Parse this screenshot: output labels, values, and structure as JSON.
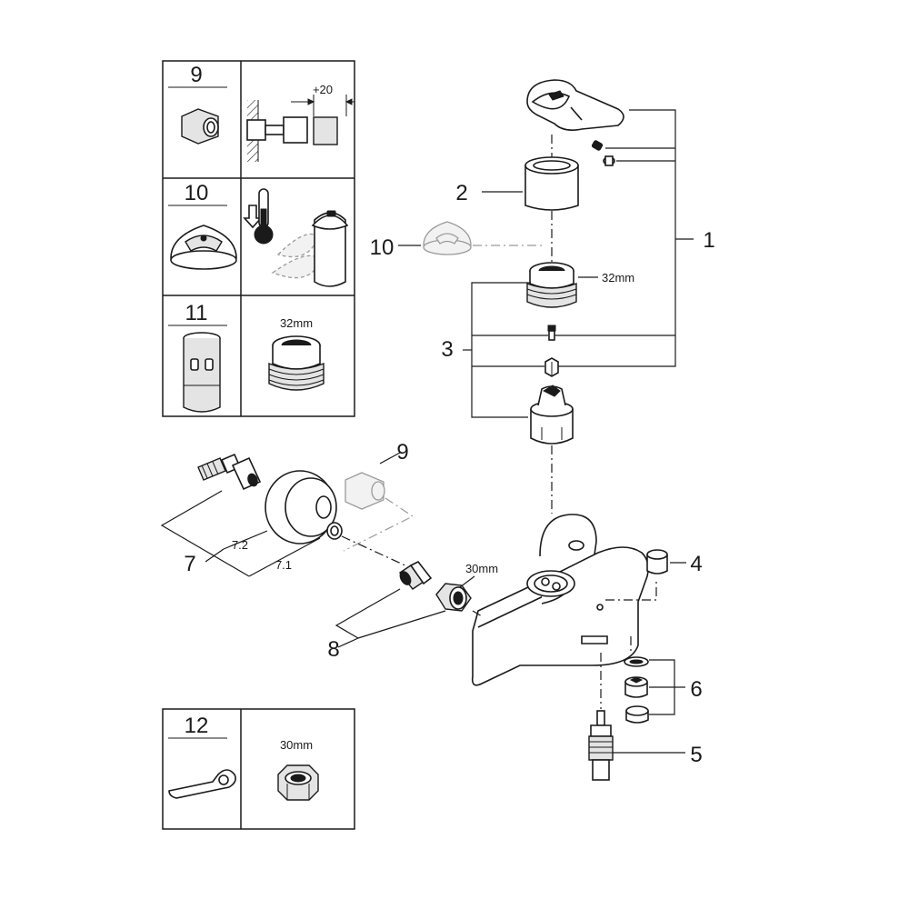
{
  "callouts": {
    "p1": "1",
    "p2": "2",
    "p3": "3",
    "p4": "4",
    "p5": "5",
    "p6": "6",
    "p7": "7",
    "p7_1": "7.1",
    "p7_2": "7.2",
    "p8": "8",
    "p9": "9",
    "p10": "10"
  },
  "dimensions": {
    "cartridge_32": "32mm",
    "nut_30": "30mm",
    "extension_plus20": "+20"
  },
  "inset_table": {
    "rows": [
      {
        "label": "9",
        "detail_icon": "extension-install-icon"
      },
      {
        "label": "10",
        "detail_icon": "temperature-limiter-icon"
      },
      {
        "label": "11",
        "detail_icon": "cartridge-32mm-icon",
        "detail_text": "32mm"
      }
    ]
  },
  "inset_tool": {
    "label": "12",
    "detail_text": "30mm",
    "icons": [
      "wrench-icon",
      "nut-30mm-icon"
    ]
  },
  "colors": {
    "line": "#1a1a1a",
    "ghost": "#9a9a9a"
  }
}
